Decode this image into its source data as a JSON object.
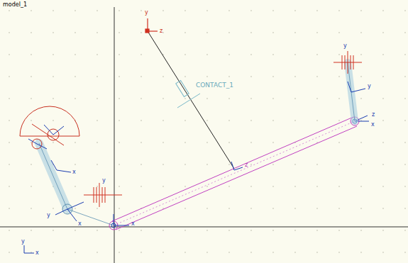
{
  "diagram": {
    "title": "model_1",
    "labels": [
      "CONTACT_1",
      "y",
      "z",
      "y",
      "x",
      "z",
      "x",
      "z",
      "x",
      "y",
      "y",
      "x",
      "y",
      "x",
      "y"
    ]
  }
}
